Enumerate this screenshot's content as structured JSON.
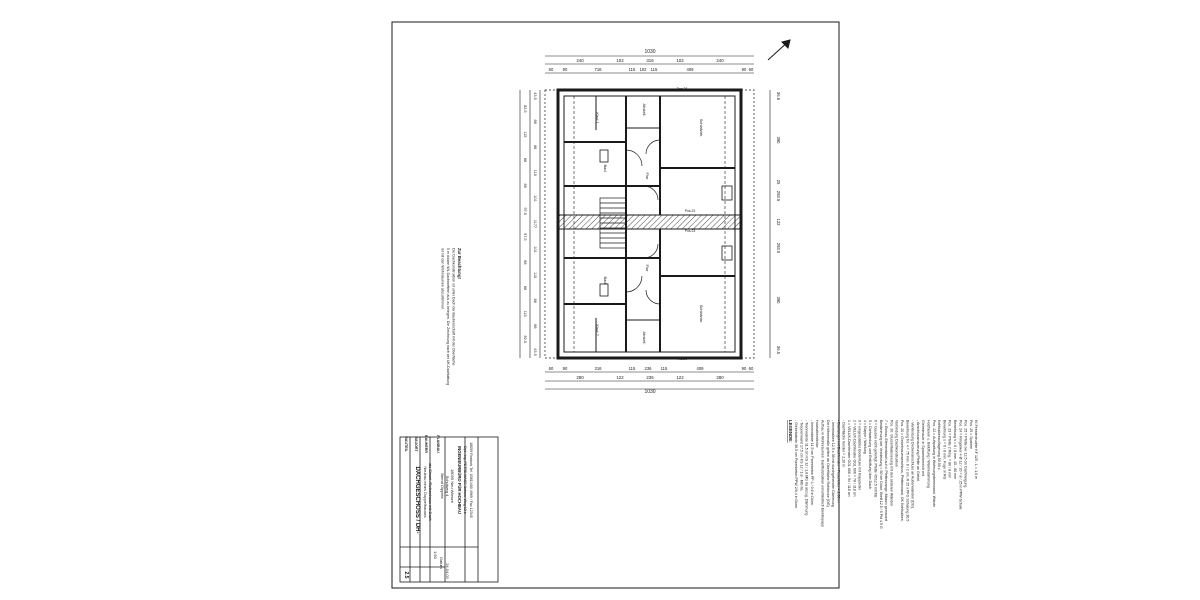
{
  "dims_top_overall": "1030",
  "dims_top_row2": [
    "240",
    "102",
    "316",
    "102",
    "240"
  ],
  "dims_top_row3": [
    "60",
    "90",
    "716",
    "115",
    "102",
    "115",
    "409",
    "90",
    "60"
  ],
  "dims_bottom_overall": "1030",
  "dims_bottom_row1": [
    "60",
    "90",
    "316",
    "115",
    "236",
    "115",
    "409",
    "90",
    "60"
  ],
  "dims_bottom_row2": [
    "280",
    "122",
    "236",
    "122",
    "280"
  ],
  "dims_right": [
    "36.5",
    "390",
    "25",
    "293.5",
    "122",
    "293.5",
    "390",
    "36.5"
  ],
  "dims_left": [
    "43.5",
    "82.5",
    "88",
    "115",
    "88",
    "88",
    "115",
    "88",
    "101",
    "97.5",
    "1177",
    "97.5",
    "101",
    "88",
    "115",
    "88",
    "88",
    "115",
    "88",
    "82.5",
    "43.5"
  ],
  "rooms": [
    "Schlafzim.",
    "Schlafzim.",
    "Kind 1",
    "Kind 2",
    "Bad",
    "Bad",
    "Flur",
    "Flur",
    "Abstell.",
    "Abstell."
  ],
  "pos_labels": [
    "Pos.20",
    "Pos.20",
    "Pos.23",
    "Pos.23"
  ],
  "note": {
    "title": "Zur Beachtung!",
    "lines": [
      "Die Dachkonstruktion ist unter Dach der Bauherrschaft mit der Oberfläche",
      "5 m dicken WL Dachbrettern aus zu belegen. Die Zeichnung nach der UK-Dachlattung",
      "ist mit den Wohnräumen abzustimmen."
    ]
  },
  "legend": {
    "title": "LEGENDE:",
    "lines": [
      "- Giebelwände 36,5 cm Porenbeton PPW 2/0,4 in Dünn.",
      "- Treppenwand 17,5 cm KS 12 / 1,8 - MG IIa",
      "- Trennwände 11,5 cm KS 12 / 1,8 MG IIa abzug. Dämmung",
      "- Innenwände 11,5 cm Porenbeton PP 4 / 0,6 in Dünn.",
      "Holzbalkendecke:",
      "Aufbau in Wohnräumen: Kantholzbalken einschließlich Elektropapp",
      "Die Höhenmaße gelten ab Oberfläche Rohdecke (OG)",
      "- Innenbalken 12,5 x 36 mit durchgehenden Dämmung",
      "- Dachziegel mit Dachfenster + Feuerleiter = 2,00 m",
      "- Dachfläche fenster = 2,20 m",
      "1 = VELUX-Dachfenster GGL 606 = 94 / 118 cm",
      "2 = VELUX-Dachfenster GGL 606 = 78 / 118 cm",
      "3 = eingespätztes Bodenluke mit Klappleiter",
      "4 = Klappe / Wartung",
      "5 = Dreiwandung und Entlüftung über Dach",
      "6 = Gauben nicht gefertigt, Pfette 45/12,5 mit Mz",
      "Bedämmung der Verkleidung = 60 cm Dicke, Brett 12,5 / 5 Pkt 4,5 G",
      "7 = Einbau-Elementdach auf d. Pfettenzange, Massiv gemauert",
      "Pos. 20: Sturzentwässerung mit den anderen Wänden",
      "Verbindung Dachkonstruktion",
      "Pos. 20 = Giebelmaueranschluss, Pfettenwand, OK Kehlbalken,",
      "Bewehrung Nr. 4 = 75 mm, 6 / 2 cm, R 25 x PFG Schalung 36,5",
      "- Verkleidung Deckenanschluss an Außenwänden (DG),",
      "- Anschlussmauerung Pfette an Giebel",
      "Giebelmauer in Sparrenbereich mit",
      "Holzfasern u. Belüftung / Wärmedämmung",
      "Pos. 22 = Aufspaltung in Wohnungstrennwand, Wände",
      "Kehlbalkenauflagerung 50,50 x",
      "Bewehrung s = 6 / 8 mm, Fuge in RG",
      "Pos. 23 = Pfette 2 Ring, = 80 / 8 mm",
      "Bewehrung s = 6 / 8 mm, 45 - 80 mm",
      "Pos. 24 = Ringanker 4 Ø 12 / 20 = 8 / 25 in PPW-Schale",
      "Pos. 25 = Pfette bei 12,5 cm Dachneigung",
      "Pos. 25 = Sparren",
      "Kf-Fensterleuchte KF 125 - L = 1,0 m"
    ]
  },
  "title_block": {
    "col_headers": [
      "BAUTEIL",
      "BAUORT",
      "BAUHERR",
      "PLANBAU"
    ],
    "office": [
      "INGENIEURBÜRO FÜR HOCHBAU",
      "Dipl.-Ing. PETRE MASS Unterer Weg 13 b",
      "18059 Rostock  Tel. 0381/400 4969 / Fax 12345"
    ],
    "client": [
      "Bernd Dippele",
      "Schulweg 4",
      "18055 Neu Wiesen"
    ],
    "project": [
      "Neubau eines Doppelhauses",
      "als Einzel-/Reihenhaus mit Dach"
    ],
    "drawing_title": "DACHGESCHOSS / DH-",
    "fields": [
      "1:50",
      "Datum",
      "24.04.03"
    ],
    "sheet_no": "2.5"
  }
}
